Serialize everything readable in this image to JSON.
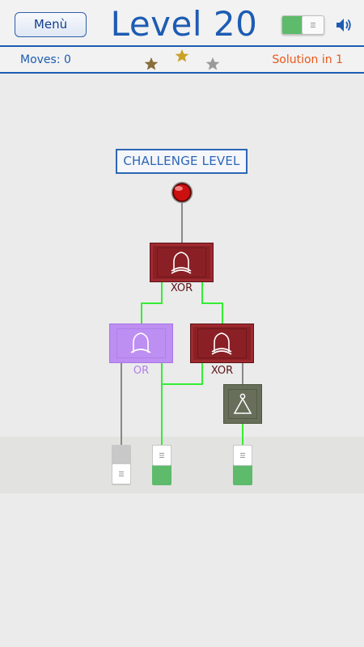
{
  "header": {
    "menu_label": "Menù",
    "level_title": "Level 20",
    "sound_toggle_on": true
  },
  "status": {
    "moves": "Moves: 0",
    "solution": "Solution in 1",
    "stars": [
      {
        "icon": "star-icon",
        "color": "#8a6d3b"
      },
      {
        "icon": "star-icon",
        "color": "#c9a227"
      },
      {
        "icon": "star-icon",
        "color": "#9a9a9a"
      }
    ]
  },
  "level": {
    "banner": "CHALLENGE LEVEL",
    "gates": [
      {
        "id": "gate-xor-top",
        "type": "XOR",
        "label": "XOR"
      },
      {
        "id": "gate-or-left",
        "type": "OR",
        "label": "OR"
      },
      {
        "id": "gate-xor-right",
        "type": "XOR",
        "label": "XOR"
      },
      {
        "id": "gate-not",
        "type": "NOT",
        "label": ""
      }
    ],
    "switches": [
      {
        "id": "switch-1",
        "on": false
      },
      {
        "id": "switch-2",
        "on": true
      },
      {
        "id": "switch-3",
        "on": true
      }
    ],
    "output_lamp_on": true
  },
  "colors": {
    "accent": "#1d5cb3",
    "solution": "#e8581c",
    "wire_on": "#33ee33",
    "wire_off": "#888888",
    "switch_on": "#5dbb6b",
    "switch_off": "#c8c8c8",
    "xor_gate": "#8a2025",
    "or_gate": "#be8ff2",
    "not_gate": "#676f5b"
  }
}
